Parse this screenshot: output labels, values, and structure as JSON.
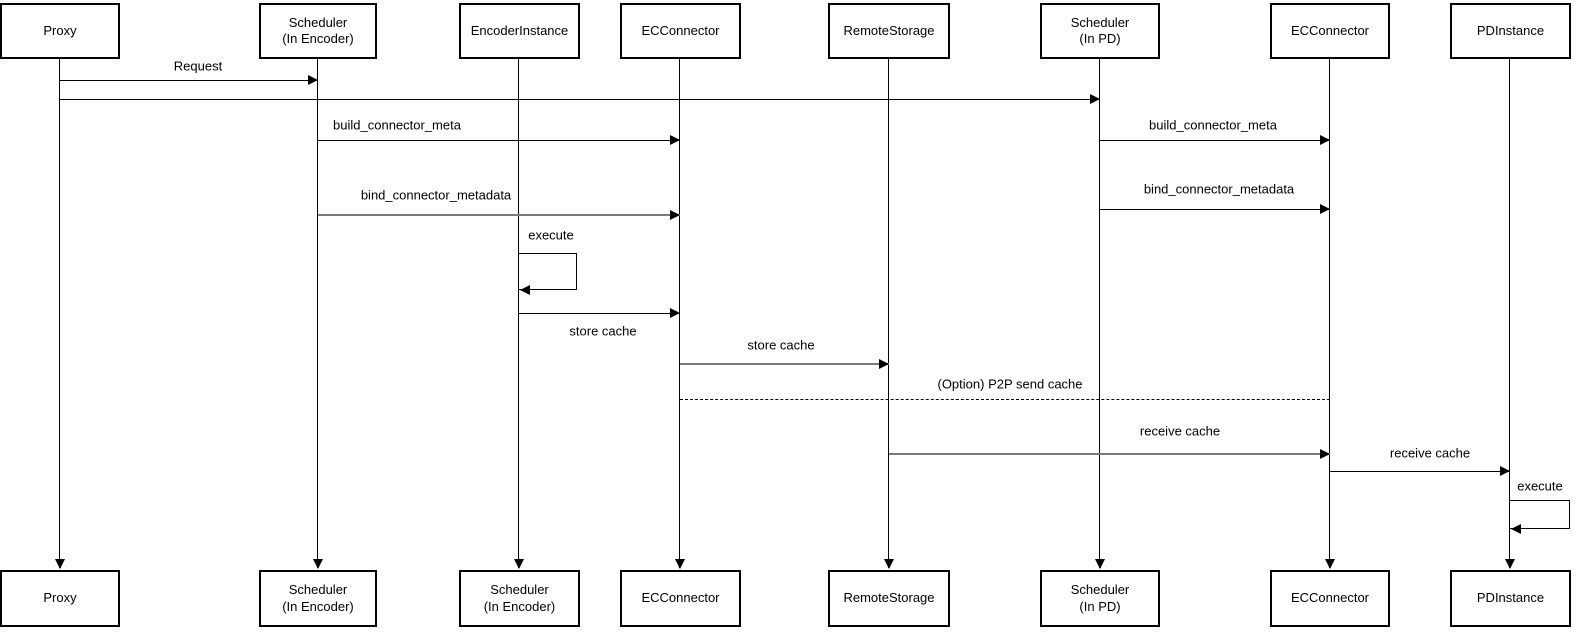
{
  "diagram_type": "sequence-diagram",
  "colors": {
    "background": "#ffffff",
    "box_fill": "#ffffff",
    "line": "#000000",
    "gray_line": "#7a7a7a"
  },
  "participants_top": [
    {
      "lines": [
        "Proxy"
      ]
    },
    {
      "lines": [
        "Scheduler",
        "(In Encoder)"
      ]
    },
    {
      "lines": [
        "EncoderInstance"
      ]
    },
    {
      "lines": [
        "ECConnector"
      ]
    },
    {
      "lines": [
        "RemoteStorage"
      ]
    },
    {
      "lines": [
        "Scheduler",
        "(In PD)"
      ]
    },
    {
      "lines": [
        "ECConnector"
      ]
    },
    {
      "lines": [
        "PDInstance"
      ]
    }
  ],
  "participants_bottom": [
    {
      "lines": [
        "Proxy"
      ]
    },
    {
      "lines": [
        "Scheduler",
        "(In Encoder)"
      ]
    },
    {
      "lines": [
        "Scheduler",
        "(In Encoder)"
      ]
    },
    {
      "lines": [
        "ECConnector"
      ]
    },
    {
      "lines": [
        "RemoteStorage"
      ]
    },
    {
      "lines": [
        "Scheduler",
        "(In PD)"
      ]
    },
    {
      "lines": [
        "ECConnector"
      ]
    },
    {
      "lines": [
        "PDInstance"
      ]
    }
  ],
  "messages": [
    {
      "label": "Request",
      "from": "Proxy",
      "to": "Scheduler (In Encoder)",
      "type": "solid-arrow"
    },
    {
      "label": "",
      "from": "Proxy",
      "to": "Scheduler (In PD)",
      "type": "solid-arrow"
    },
    {
      "label": "build_connector_meta",
      "from": "Scheduler (In Encoder)",
      "to": "ECConnector",
      "type": "solid-arrow"
    },
    {
      "label": "build_connector_meta",
      "from": "Scheduler (In PD)",
      "to": "ECConnector (PD side)",
      "type": "solid-arrow"
    },
    {
      "label": "bind_connector_metadata",
      "from": "Scheduler (In Encoder)",
      "to": "ECConnector",
      "type": "solid-arrow"
    },
    {
      "label": "bind_connector_metadata",
      "from": "Scheduler (In PD)",
      "to": "ECConnector (PD side)",
      "type": "solid-arrow"
    },
    {
      "label": "execute",
      "from": "EncoderInstance",
      "to": "EncoderInstance",
      "type": "self-loop"
    },
    {
      "label": "store cache",
      "from": "EncoderInstance",
      "to": "ECConnector",
      "type": "solid-arrow"
    },
    {
      "label": "store cache",
      "from": "ECConnector",
      "to": "RemoteStorage",
      "type": "solid-arrow"
    },
    {
      "label": "(Option) P2P send cache",
      "from": "ECConnector",
      "to": "ECConnector (PD side)",
      "type": "dashed-line"
    },
    {
      "label": "receive cache",
      "from": "RemoteStorage",
      "to": "ECConnector (PD side)",
      "type": "solid-arrow"
    },
    {
      "label": "receive cache",
      "from": "ECConnector (PD side)",
      "to": "PDInstance",
      "type": "solid-arrow"
    },
    {
      "label": "execute",
      "from": "PDInstance",
      "to": "PDInstance",
      "type": "self-loop"
    }
  ]
}
